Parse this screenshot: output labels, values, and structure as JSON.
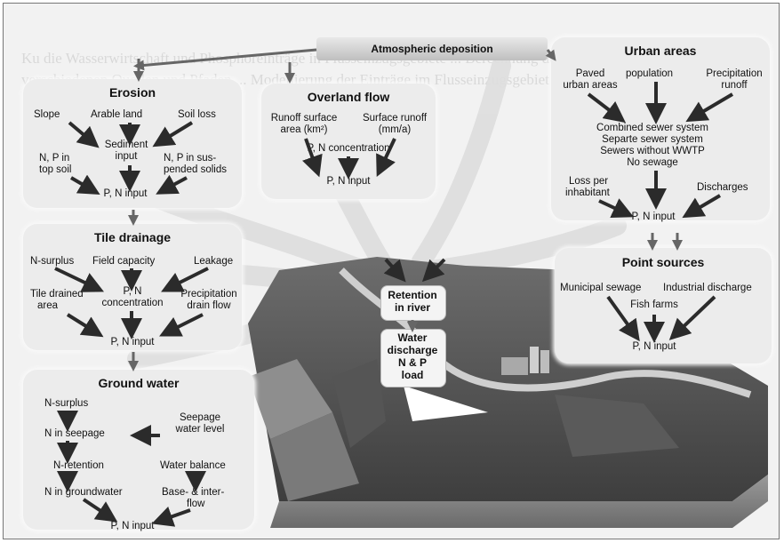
{
  "atmospheric": {
    "title": "Atmospheric deposition"
  },
  "erosion": {
    "title": "Erosion",
    "slope": "Slope",
    "arable": "Arable land",
    "soil_loss": "Soil loss",
    "sediment": "Sediment",
    "input": "input",
    "np_top": "N, P in",
    "np_top2": "top soil",
    "np_susp": "N, P in sus-",
    "np_susp2": "pended solids",
    "pn_input": "P, N input"
  },
  "overland": {
    "title": "Overland flow",
    "runoff_area": "Runoff surface",
    "runoff_area2": "area (km²)",
    "surface_runoff": "Surface runoff",
    "surface_runoff2": "(mm/a)",
    "conc": "P, N concentration",
    "pn_input": "P, N input"
  },
  "urban": {
    "title": "Urban areas",
    "paved": "Paved",
    "paved2": "urban areas",
    "population": "population",
    "precip": "Precipitation",
    "precip2": "runoff",
    "combined": "Combined sewer system",
    "separate": "Separte sewer system",
    "without": "Sewers without WWTP",
    "no_sewage": "No sewage",
    "loss": "Loss per",
    "loss2": "inhabitant",
    "discharges": "Discharges",
    "pn_input": "P, N input"
  },
  "tile": {
    "title": "Tile drainage",
    "surplus": "N-surplus",
    "field": "Field capacity",
    "leakage": "Leakage",
    "drained": "Tile drained",
    "drained2": "area",
    "pn": "P, N",
    "conc": "concentration",
    "precip": "Precipitation",
    "drainflow": "drain flow",
    "pn_input": "P, N input"
  },
  "point": {
    "title": "Point sources",
    "municipal": "Municipal sewage",
    "industrial": "Industrial discharge",
    "fish": "Fish farms",
    "pn_input": "P, N input"
  },
  "ground": {
    "title": "Ground water",
    "surplus": "N-surplus",
    "seepage": "Seepage",
    "seepage2": "water level",
    "n_seepage": "N in seepage",
    "retention": "N-retention",
    "balance": "Water balance",
    "n_gw": "N in groundwater",
    "base": "Base- & inter-",
    "base2": "flow",
    "pn_input": "P, N input"
  },
  "retention": {
    "line1": "Retention",
    "line2": "in river"
  },
  "discharge": {
    "line1": "Water",
    "line2": "discharge",
    "line3": "N & P",
    "line4": "load"
  },
  "background_text": "Ku die Wasserwirtschaft und Phosphoreinträge in Flusseinzugsgebiete ... Berechnung der Stickstoffeinträge aus verschiedenen Quellen und Pfaden ... Modellierung der Einträge im Flusseinzugsgebiet ..."
}
